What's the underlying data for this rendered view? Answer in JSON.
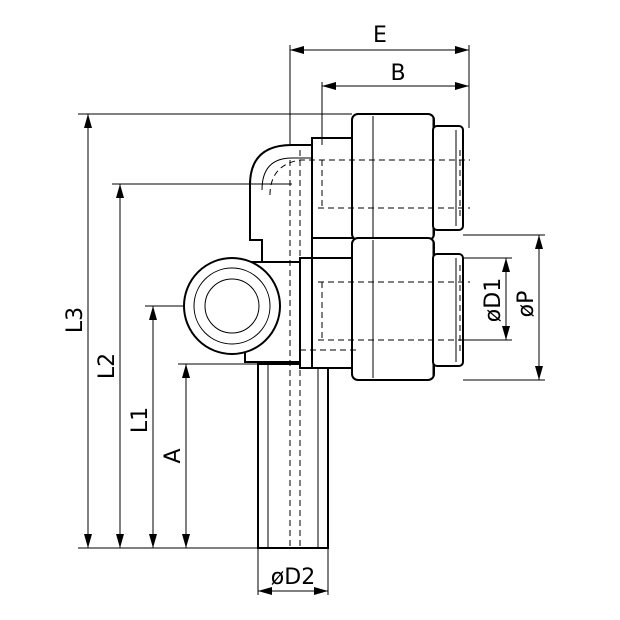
{
  "labels": {
    "e": "E",
    "b": "B",
    "l3": "L3",
    "l2": "L2",
    "l1": "L1",
    "a": "A",
    "d1": "øD1",
    "p": "øP",
    "d2": "øD2"
  }
}
